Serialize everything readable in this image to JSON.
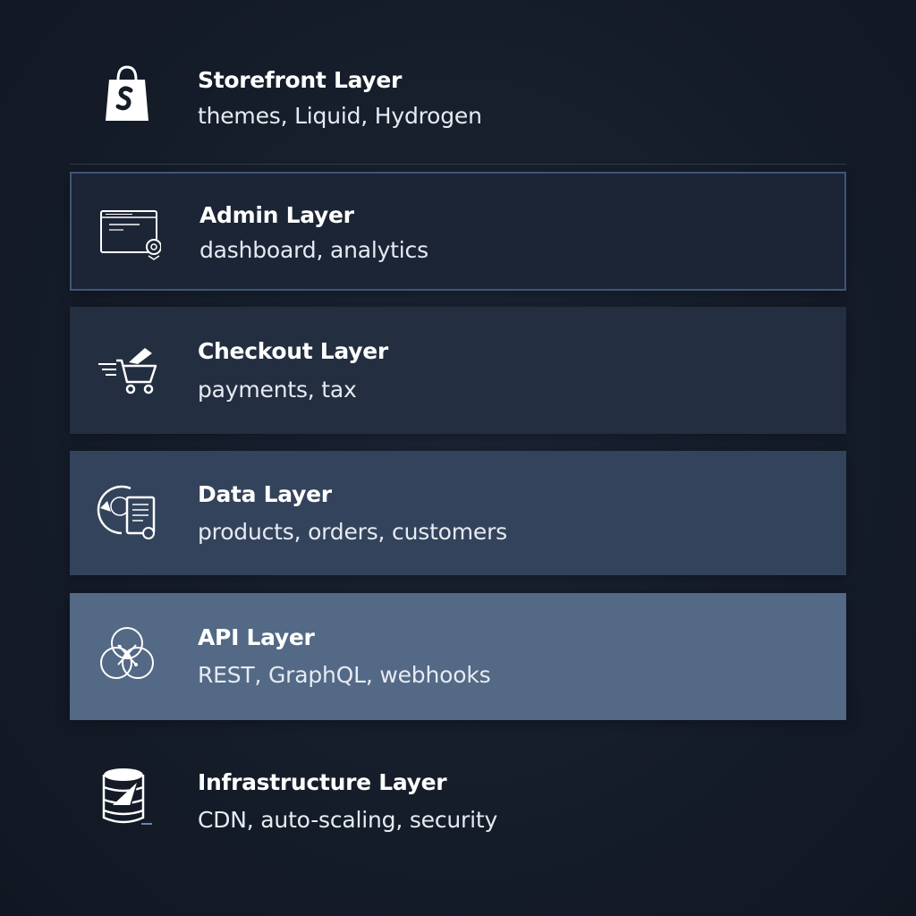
{
  "layers": [
    {
      "title": "Storefront Layer",
      "desc": "themes, Liquid, Hydrogen",
      "icon": "shopping-bag-icon"
    },
    {
      "title": "Admin Layer",
      "desc": "dashboard, analytics",
      "icon": "dashboard-icon"
    },
    {
      "title": "Checkout Layer",
      "desc": "payments, tax",
      "icon": "cart-icon"
    },
    {
      "title": "Data Layer",
      "desc": "products, orders, customers",
      "icon": "database-document-icon"
    },
    {
      "title": "API Layer",
      "desc": "REST, GraphQL, webhooks",
      "icon": "network-icon"
    },
    {
      "title": "Infrastructure Layer",
      "desc": "CDN, auto-scaling, security",
      "icon": "server-icon"
    }
  ],
  "colors": {
    "background": "#151c29",
    "admin_fill": "#1c2535",
    "admin_border": "#3f557a",
    "checkout_fill": "#232e40",
    "data_fill": "#33435b",
    "api_fill": "#536985"
  }
}
